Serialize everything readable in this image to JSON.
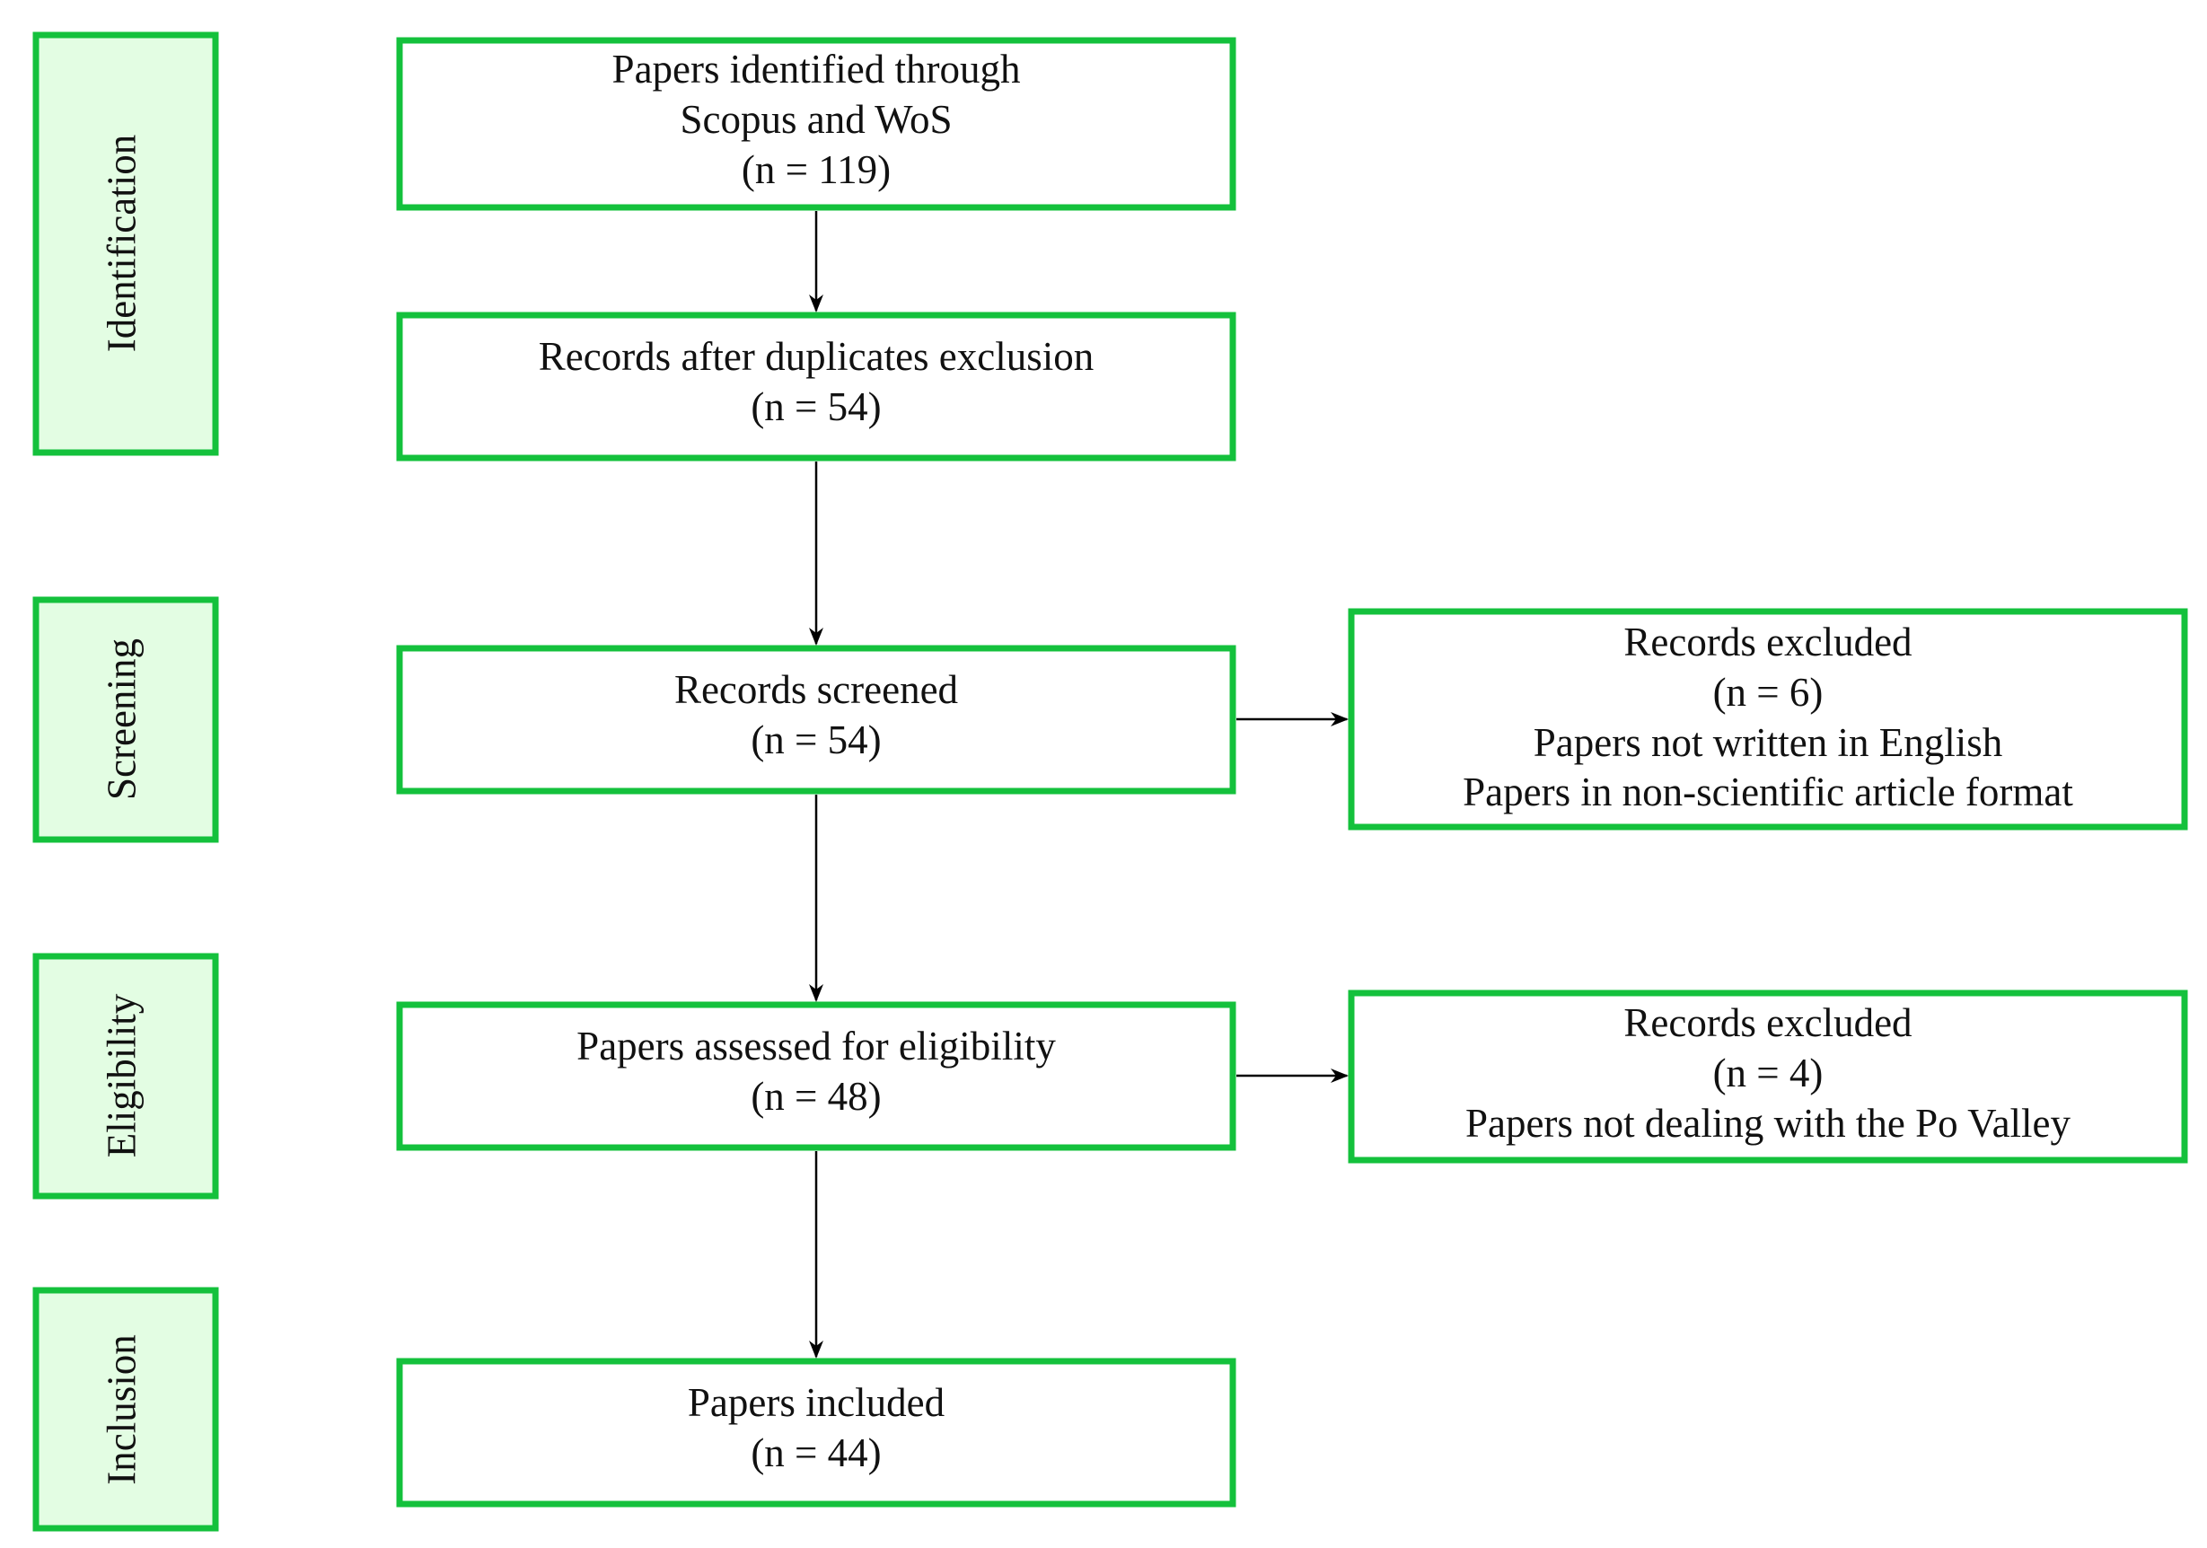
{
  "colors": {
    "box_border": "#14c13c",
    "stage_fill": "#e3fde3",
    "arrow": "#000000",
    "text": "#111111"
  },
  "stages": {
    "identification": "Identification",
    "screening": "Screening",
    "eligibility": "Eligibility",
    "inclusion": "Inclusion"
  },
  "boxes": {
    "identified": {
      "line1": "Papers identified through",
      "line2": "Scopus and WoS",
      "count": "(n = 119)"
    },
    "after_duplicates": {
      "line1": "Records after duplicates exclusion",
      "count": "(n = 54)"
    },
    "screened": {
      "line1": "Records screened",
      "count": "(n = 54)"
    },
    "assessed": {
      "line1": "Papers assessed for eligibility",
      "count": "(n = 48)"
    },
    "included": {
      "line1": "Papers included",
      "count": "(n = 44)"
    },
    "excluded_screening": {
      "line1": "Records excluded",
      "count": "(n = 6)",
      "reason1": "Papers not written in English",
      "reason2": "Papers in non-scientific article format"
    },
    "excluded_eligibility": {
      "line1": "Records excluded",
      "count": "(n = 4)",
      "reason1": "Papers not dealing with the Po Valley"
    }
  }
}
